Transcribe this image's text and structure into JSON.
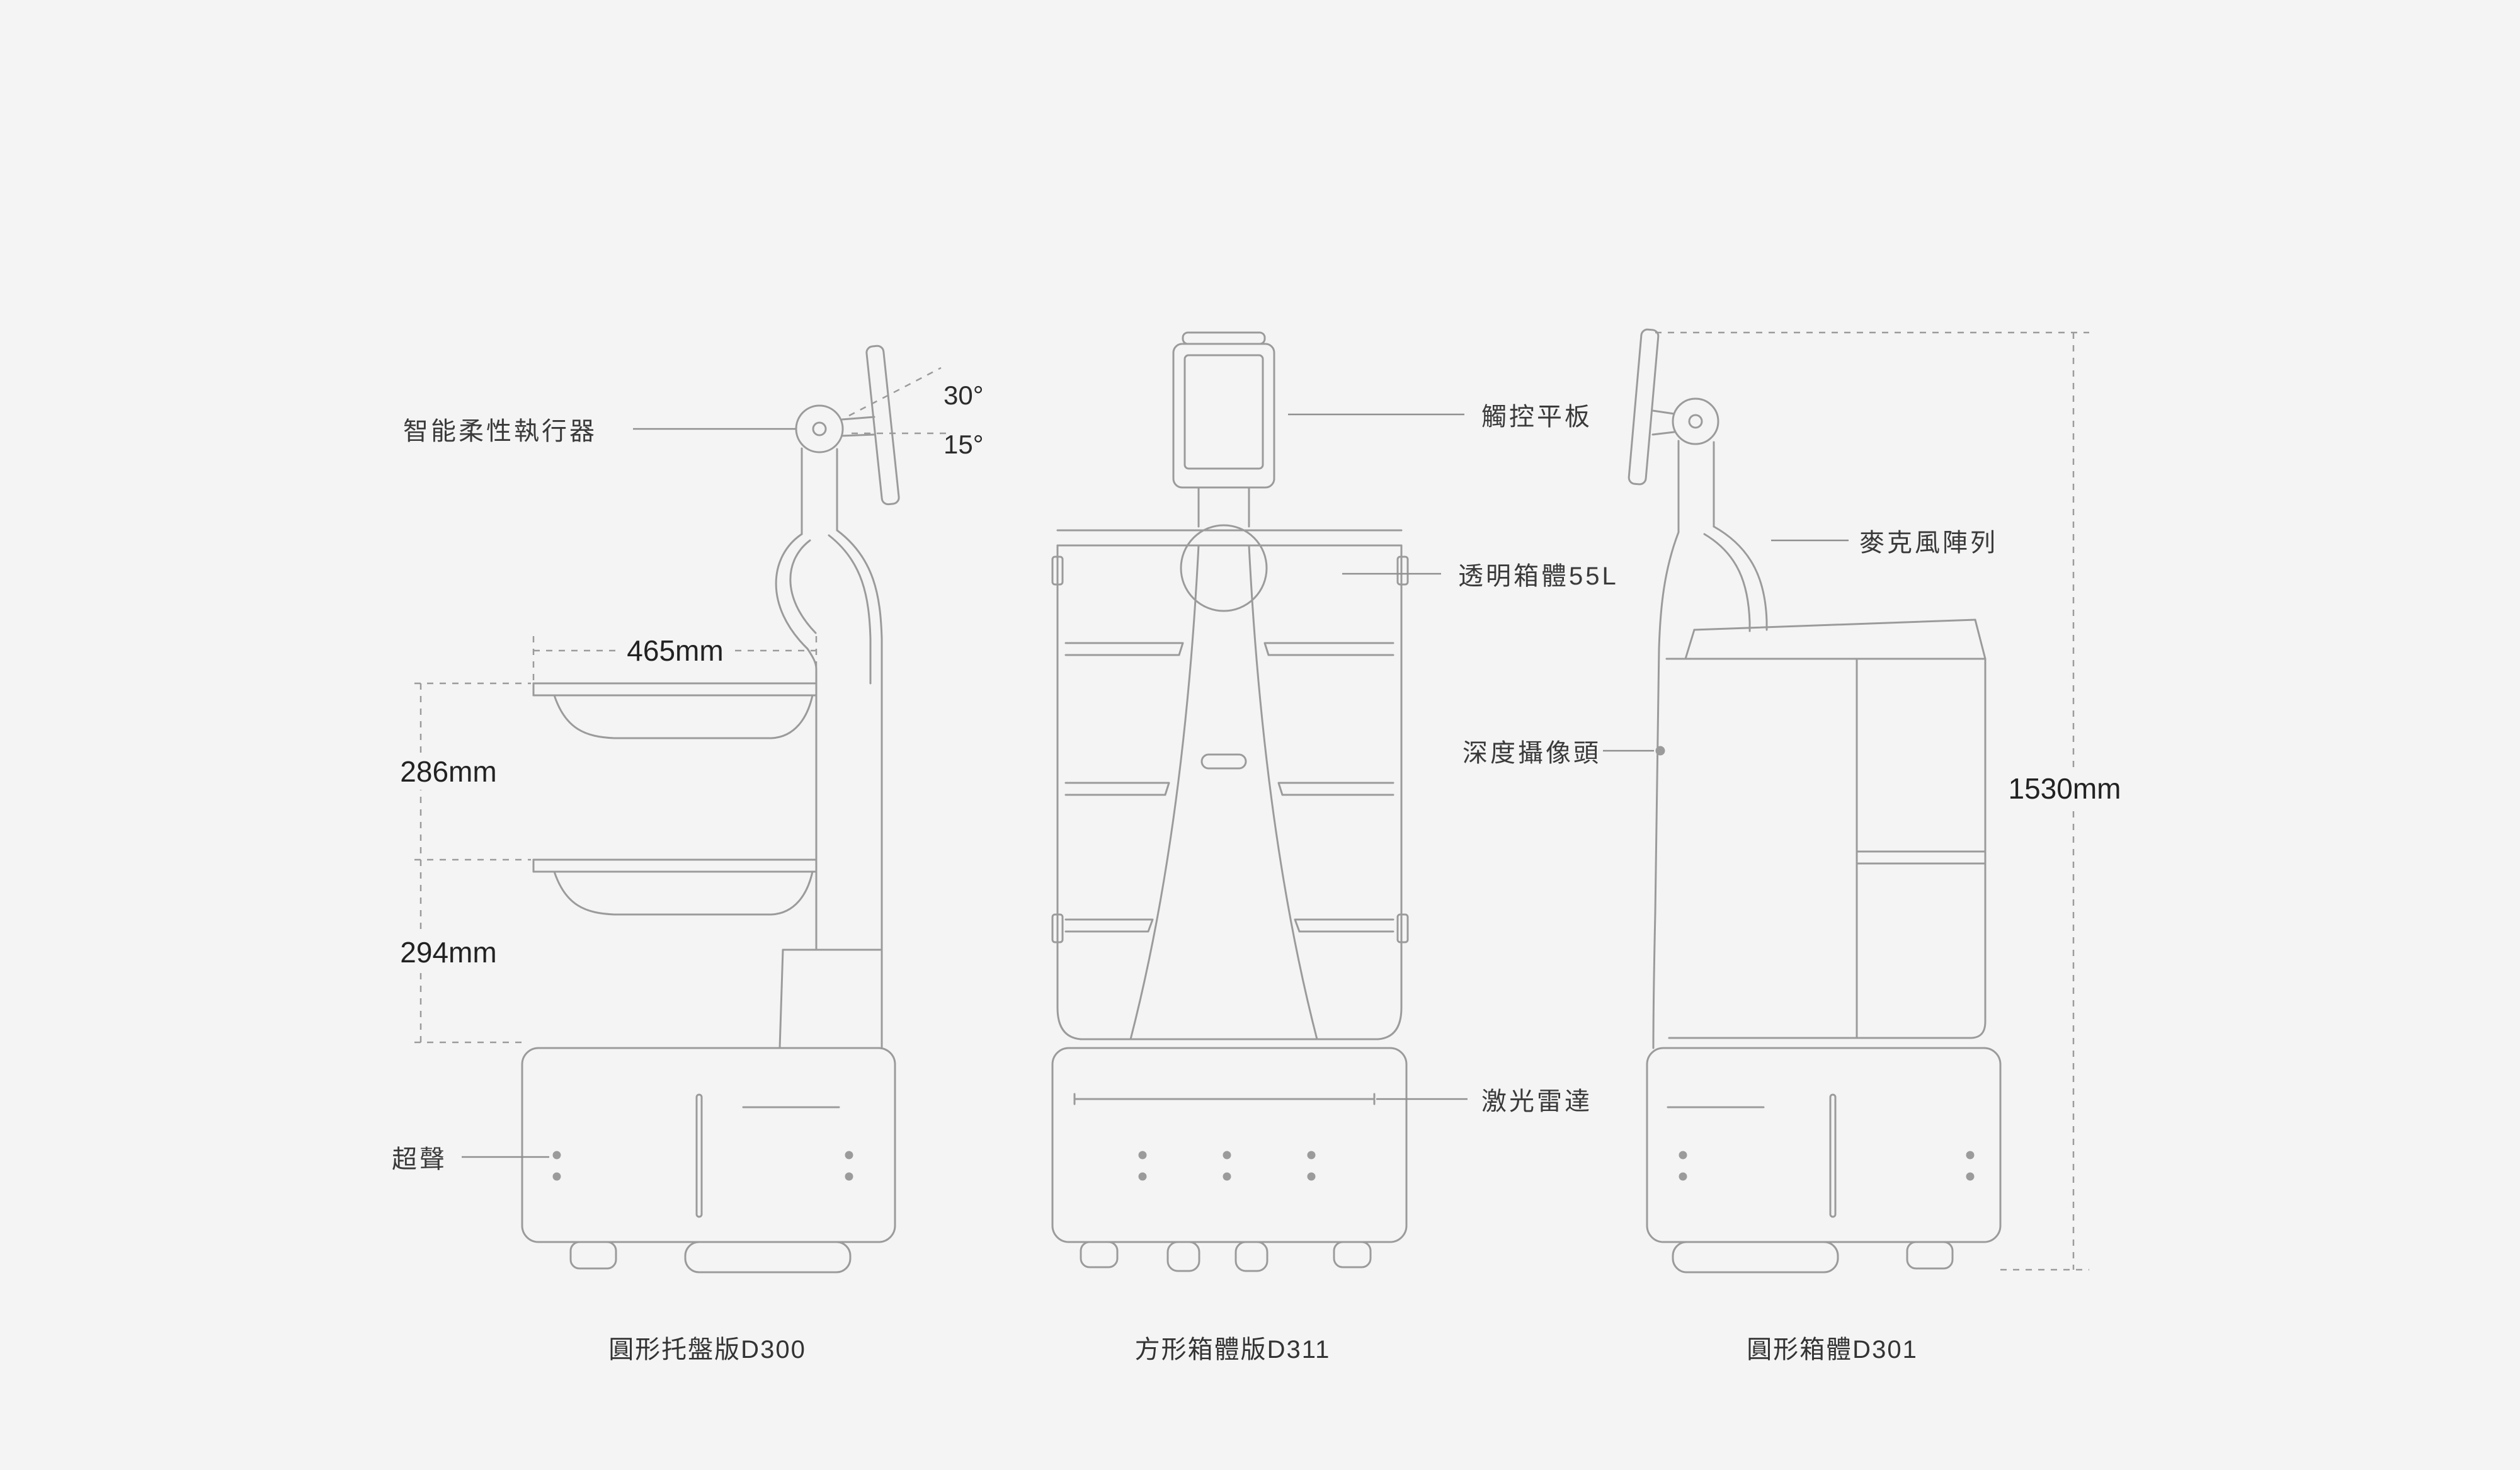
{
  "page": {
    "background": "#f4f4f4",
    "line_color": "#9b9b9b",
    "text_color": "#3a3a3a"
  },
  "robot_left": {
    "caption": "圓形托盤版D300",
    "labels": {
      "actuator": "智能柔性執行器",
      "ultrasonic": "超聲"
    },
    "angles": {
      "upper": "30°",
      "lower": "15°"
    },
    "dims": {
      "tray_width": "465mm",
      "gap_upper": "286mm",
      "gap_lower": "294mm"
    }
  },
  "robot_middle": {
    "caption": "方形箱體版D311",
    "labels": {
      "touch_tablet": "觸控平板",
      "transparent_cabinet": "透明箱體55L",
      "lidar": "激光雷達"
    }
  },
  "robot_right": {
    "caption": "圓形箱體D301",
    "labels": {
      "mic_array": "麥克風陣列",
      "depth_camera": "深度攝像頭"
    },
    "dims": {
      "total_height": "1530mm"
    }
  }
}
